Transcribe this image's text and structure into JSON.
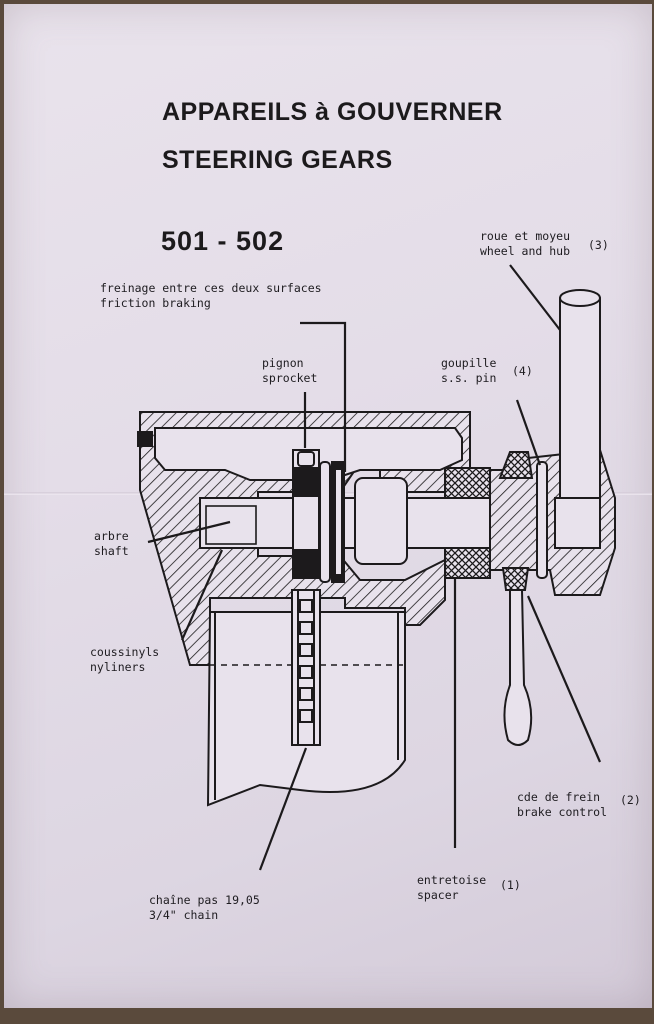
{
  "title": {
    "line1": "APPAREILS à GOUVERNER",
    "line2": "STEERING GEARS"
  },
  "model": "501 - 502",
  "labels": {
    "friction": {
      "fr": "freinage entre ces deux surfaces",
      "en": "friction braking"
    },
    "sprocket": {
      "fr": "pignon",
      "en": "sprocket"
    },
    "wheel": {
      "fr": "roue et moyeu",
      "en": "wheel and hub",
      "num": "(3)"
    },
    "pin": {
      "fr": "goupille",
      "en": "s.s. pin",
      "num": "(4)"
    },
    "shaft": {
      "fr": "arbre",
      "en": "shaft"
    },
    "liners": {
      "fr": "coussinyls",
      "en": "nyliners"
    },
    "brake": {
      "fr": "cde de frein",
      "en": "brake control",
      "num": "(2)"
    },
    "spacer": {
      "fr": "entretoise",
      "en": "spacer",
      "num": "(1)"
    },
    "chain": {
      "fr": "chaîne pas 19,05",
      "en": "3/4\" chain"
    }
  },
  "colors": {
    "ink": "#1c1a1c",
    "paper": "#e6e0ea"
  }
}
